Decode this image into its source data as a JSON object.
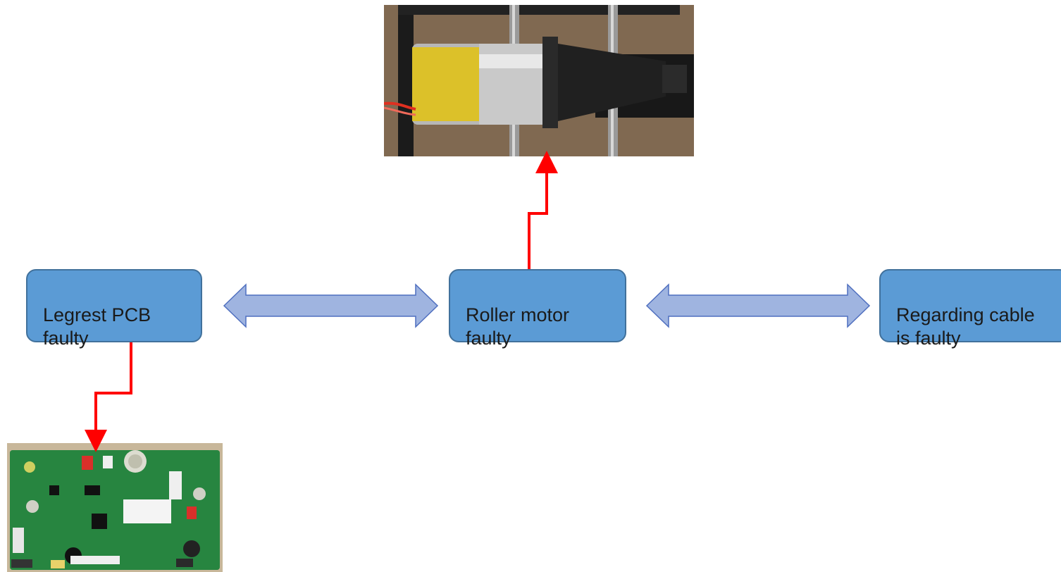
{
  "nodes": {
    "pcb": "Legrest PCB\nfaulty",
    "motor": "Roller motor\nfaulty",
    "cable": "Regarding cable\nis faulty"
  },
  "photos": {
    "motor_photo": "roller-motor-photo",
    "pcb_photo": "legrest-pcb-photo"
  },
  "colors": {
    "box_fill": "#5b9bd5",
    "box_border": "#41719c",
    "double_arrow_fill": "#9fb4e0",
    "double_arrow_stroke": "#4f6fbf",
    "connector": "#ff0000"
  }
}
